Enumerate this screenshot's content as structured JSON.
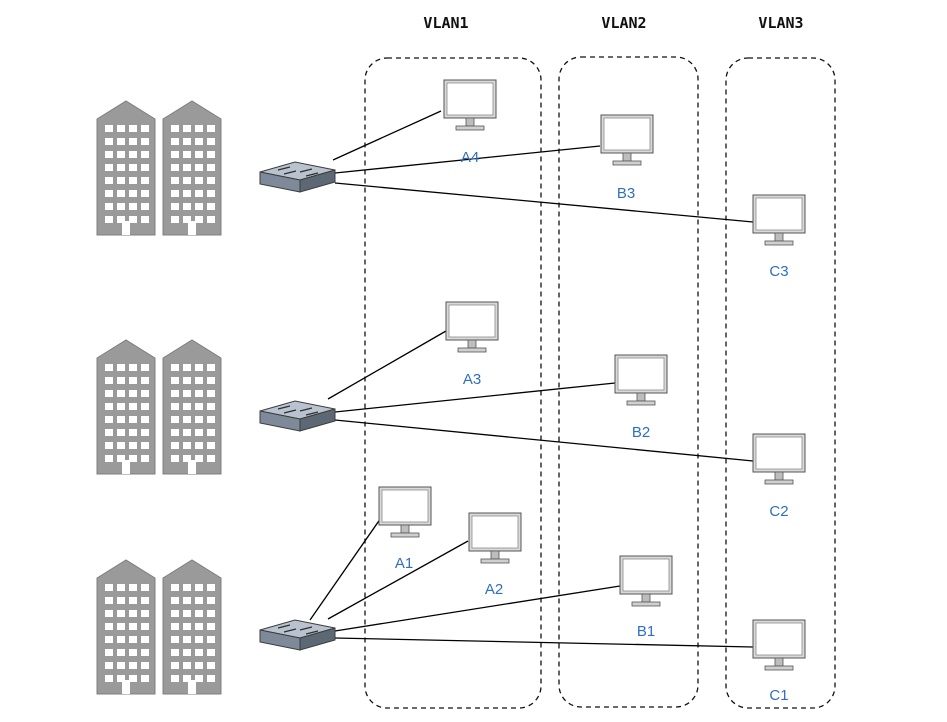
{
  "diagram": {
    "vlans": [
      {
        "id": "vlan1",
        "label": "VLAN1"
      },
      {
        "id": "vlan2",
        "label": "VLAN2"
      },
      {
        "id": "vlan3",
        "label": "VLAN3"
      }
    ],
    "buildings": [
      {
        "id": "building-top",
        "icon": "building-icon"
      },
      {
        "id": "building-middle",
        "icon": "building-icon"
      },
      {
        "id": "building-bottom",
        "icon": "building-icon"
      }
    ],
    "switches": [
      {
        "id": "switch-top",
        "icon": "switch-icon"
      },
      {
        "id": "switch-middle",
        "icon": "switch-icon"
      },
      {
        "id": "switch-bottom",
        "icon": "switch-icon"
      }
    ],
    "computers": [
      {
        "id": "A4",
        "label": "A4",
        "vlan": "vlan1",
        "switch": "switch-top"
      },
      {
        "id": "B3",
        "label": "B3",
        "vlan": "vlan2",
        "switch": "switch-top"
      },
      {
        "id": "C3",
        "label": "C3",
        "vlan": "vlan3",
        "switch": "switch-top"
      },
      {
        "id": "A3",
        "label": "A3",
        "vlan": "vlan1",
        "switch": "switch-middle"
      },
      {
        "id": "B2",
        "label": "B2",
        "vlan": "vlan2",
        "switch": "switch-middle"
      },
      {
        "id": "C2",
        "label": "C2",
        "vlan": "vlan3",
        "switch": "switch-middle"
      },
      {
        "id": "A1",
        "label": "A1",
        "vlan": "vlan1",
        "switch": "switch-bottom"
      },
      {
        "id": "A2",
        "label": "A2",
        "vlan": "vlan1",
        "switch": "switch-bottom"
      },
      {
        "id": "B1",
        "label": "B1",
        "vlan": "vlan2",
        "switch": "switch-bottom"
      },
      {
        "id": "C1",
        "label": "C1",
        "vlan": "vlan3",
        "switch": "switch-bottom"
      }
    ],
    "colors": {
      "label_blue": "#2f6fbf",
      "building_gray": "#9a9a9a",
      "switch_gray": "#8a96a6"
    }
  }
}
